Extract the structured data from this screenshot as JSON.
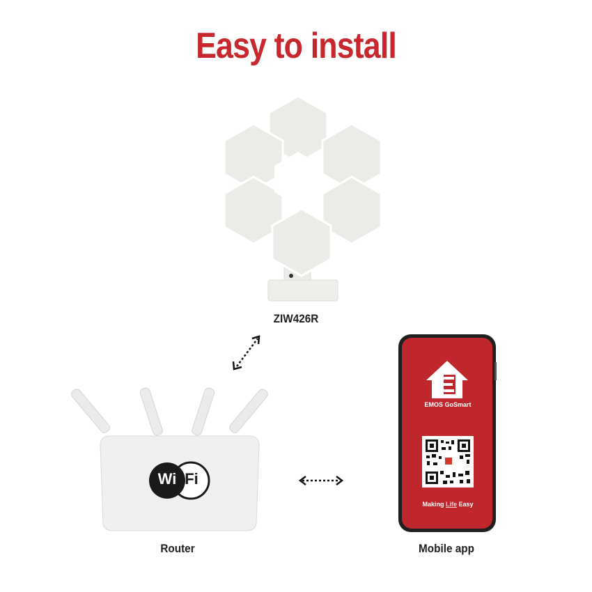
{
  "title": "Easy to install",
  "lamp": {
    "label": "ZIW426R"
  },
  "router": {
    "label": "Router",
    "wifi_left": "Wi",
    "wifi_right": "Fi"
  },
  "phone": {
    "label": "Mobile app",
    "brand": "EMOS GoSmart",
    "slogan_before": "Making ",
    "slogan_highlight": "Life",
    "slogan_after": " Easy"
  },
  "colors": {
    "accent": "#c8282d",
    "screen": "#c0272d",
    "panel": "#efedea"
  }
}
